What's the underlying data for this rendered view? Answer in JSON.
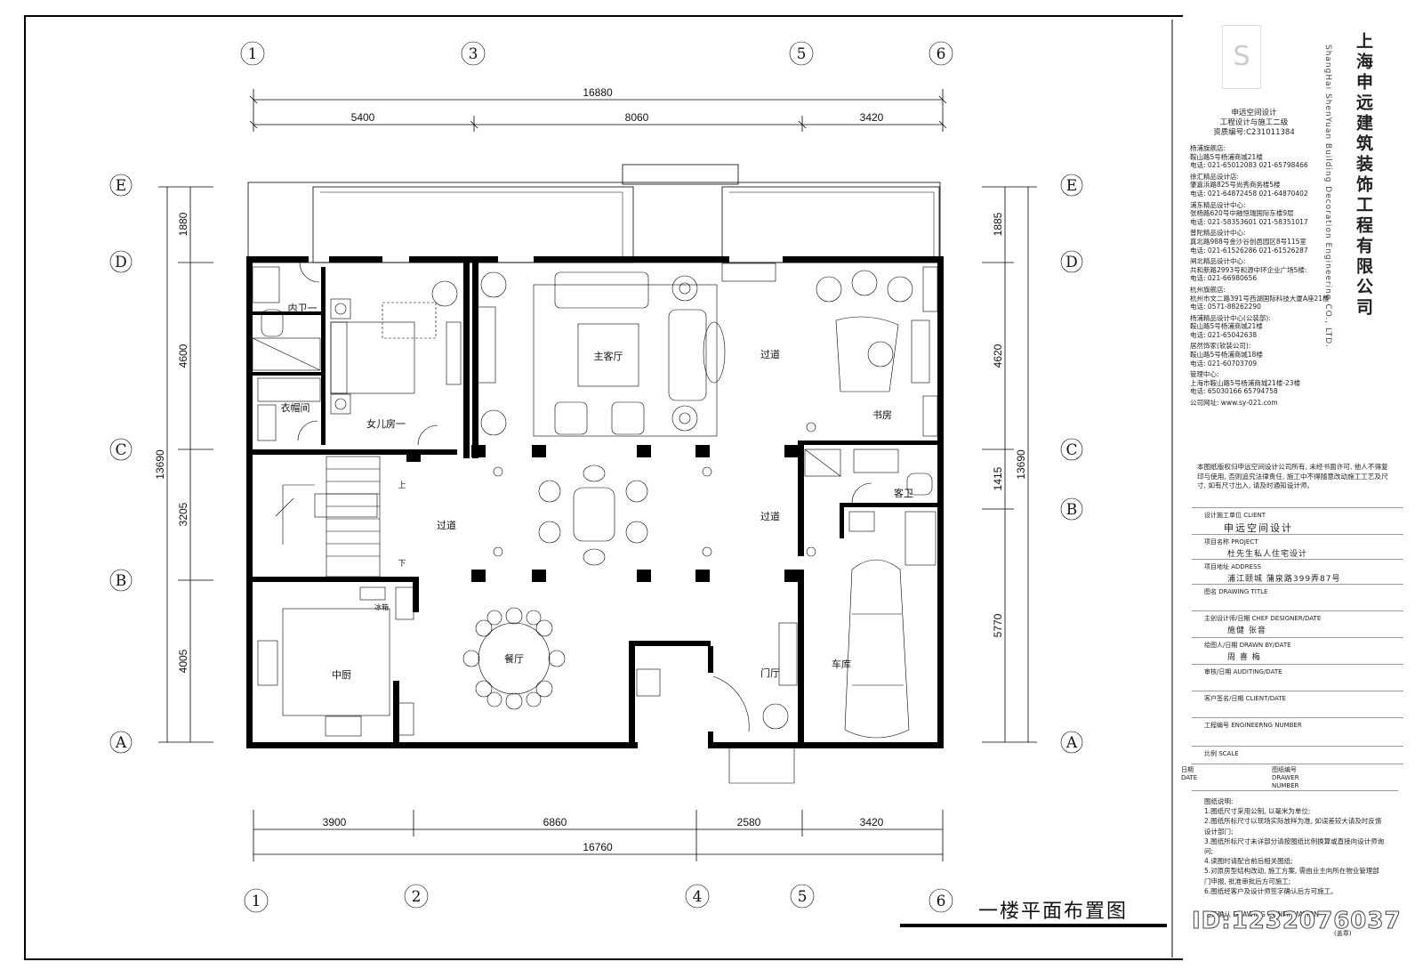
{
  "axes": {
    "top": [
      "1",
      "3",
      "5",
      "6"
    ],
    "bottom": [
      "1",
      "2",
      "4",
      "5",
      "6"
    ],
    "left": [
      "E",
      "D",
      "C",
      "B",
      "A"
    ],
    "right": [
      "E",
      "D",
      "C",
      "B",
      "A"
    ]
  },
  "dimensions": {
    "top_total": "16880",
    "top": [
      "5400",
      "8060",
      "3420"
    ],
    "bottom_total": "16760",
    "bottom": [
      "3900",
      "6860",
      "2580",
      "3420"
    ],
    "left_total": "13690",
    "left": [
      "1880",
      "4600",
      "3205",
      "4005"
    ],
    "right_total": "13690",
    "right": [
      "1885",
      "4620",
      "1415",
      "5770"
    ]
  },
  "rooms": {
    "inner_bath": "内卫一",
    "wardrobe": "衣帽间",
    "daughter_room": "女儿房一",
    "living": "主客厅",
    "corridor_1": "过道",
    "corridor_2": "过道",
    "corridor_3": "过道",
    "study": "书房",
    "guest_bath": "客卫",
    "stair_up": "上",
    "stair_down": "下",
    "kitchen": "中厨",
    "fridge": "冰箱",
    "dining": "餐厅",
    "foyer": "门厅",
    "garage": "车库"
  },
  "drawing_title": "一楼平面布置图",
  "title_block": {
    "company_cn": "上海申远建筑装饰工程有限公司",
    "company_en": "ShangHai ShenYuan Building Decoration Engineering CO., LTD.",
    "studio": [
      "申远空间设计",
      "工程设计与施工二级",
      "资质编号:C231011384"
    ],
    "branches": [
      {
        "name": "杨浦旗舰店:",
        "addr": "鞍山路5号杨浦商城21楼",
        "tel": "电话: 021-65012083 021-65798466"
      },
      {
        "name": "徐汇精品设计店:",
        "addr": "肇嘉浜路825号尚秀商务楼5楼",
        "tel": "电话: 021-64872458 021-64870402"
      },
      {
        "name": "浦东精品设计中心:",
        "addr": "张杨路620号中融恒瑞国际东楼9层",
        "tel": "电话: 021-58353601 021-58351017"
      },
      {
        "name": "普陀精品设计中心:",
        "addr": "真北路988号金沙谷创邑园区8号115室",
        "tel": "电话: 021-61526286 021-61526287"
      },
      {
        "name": "闸北精品设计中心:",
        "addr": "共和新路2993号和源中环企业广场5楼:",
        "tel": "电话: 021-66980656"
      },
      {
        "name": "杭州旗舰店:",
        "addr": "杭州市文二路391号西湖国际科技大厦A座21楼",
        "tel": "电话: 0571-88262290"
      },
      {
        "name": "杨浦精品设计中心(公装部):",
        "addr": "鞍山路5号杨浦商城21楼",
        "tel": "电话: 021-65042638"
      },
      {
        "name": "居然饰家(软装公司):",
        "addr": "鞍山路5号杨浦商城18楼",
        "tel": "电话: 021-60703709"
      },
      {
        "name": "管理中心:",
        "addr": "上海市鞍山路5号杨浦商城21楼-23楼",
        "tel": "电话: 65030166 65794758"
      }
    ],
    "website": "公司网址: www.sy-021.com",
    "notice": "本图纸版权归申远空间设计公司所有, 未经书面许可, 他人不得复印与使用, 否则追究法律责任, 施工中不得随意改动施工工艺及尺寸, 如有尺寸出入, 请及时通知设计师。",
    "fields": [
      {
        "label": "设计施工单位 CLIENT",
        "value": "申远空间设计",
        "big": true
      },
      {
        "label": "项目名称 PROJECT",
        "value": "杜先生私人住宅设计"
      },
      {
        "label": "项目地址 ADDRESS",
        "value": "浦江颐城   蒲泉路399弄87号"
      },
      {
        "label": "图名 DRAWING TITLE",
        "value": ""
      },
      {
        "label": "主创设计师/日期 CHEF DESIGNER/DATE",
        "value": "施健  张音"
      },
      {
        "label": "绘图人/日期 DRAWN BY/DATE",
        "value": "周 喜 梅"
      },
      {
        "label": "审核/日期 AUDITING/DATE",
        "value": ""
      },
      {
        "label": "客户签名/日期 CLIENT/DATE",
        "value": ""
      },
      {
        "label": "工程编号 ENGINEERNG NUMBER",
        "value": ""
      },
      {
        "label": "比例 SCALE",
        "value": ""
      }
    ],
    "date_label": "日期\nDATE",
    "drawing_no_label": "图纸编号\nDRAWER\nNUMBER",
    "notes": [
      "图纸说明:",
      "1.图纸尺寸采用公制, 以毫米为单位;",
      "2.图纸所标尺寸以现场实际放样为准, 如误差较大请及时反馈设计部门;",
      "3.图纸所标尺寸未详部分请按图纸比例换算或直接向设计师询问;",
      "4.读图时请配合前后相关图纸;",
      "5.对原房型结构改动, 施工方案, 需由业主向所在物业管理部门申报, 批准审批后方可施工;",
      "6.图纸经客户及设计师签字确认后方可施工。"
    ],
    "confirm": "图纸确认 DRAWING CONFIRMATION",
    "stamp": "(盖章)"
  },
  "id_mark": "ID:1232076037"
}
